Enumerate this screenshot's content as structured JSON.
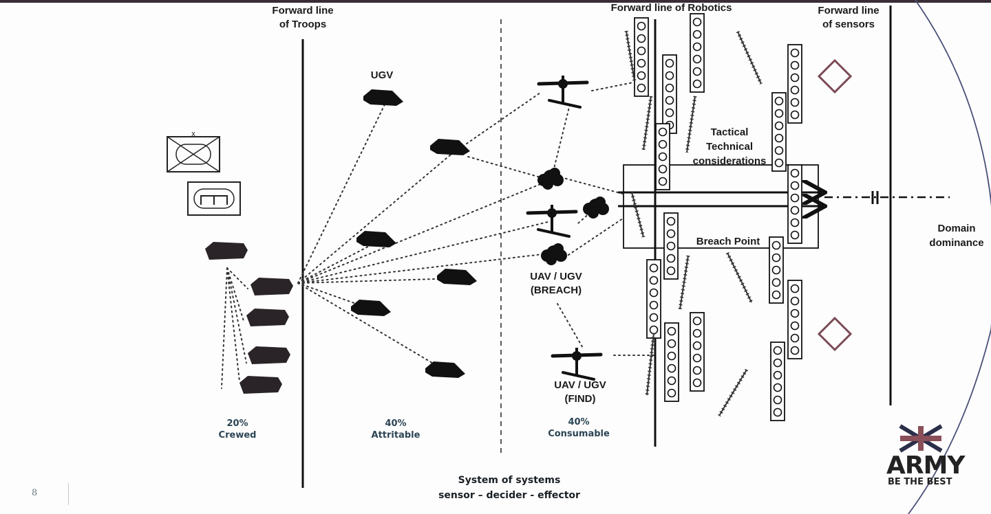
{
  "slide": {
    "page_number": "8"
  },
  "headers": {
    "forward_line_troops": [
      "Forward line",
      "of Troops"
    ],
    "forward_line_robotics": "Forward line of Robotics",
    "forward_line_sensors": [
      "Forward line",
      "of sensors"
    ]
  },
  "labels": {
    "ugv": "UGV",
    "tactical": [
      "Tactical",
      "Technical",
      "considerations"
    ],
    "breach_point": "Breach Point",
    "domain_dominance": [
      "Domain",
      "dominance"
    ],
    "uav_ugv_breach": [
      "UAV / UGV",
      "(BREACH)"
    ],
    "uav_ugv_find": [
      "UAV / UGV",
      "(FIND)"
    ]
  },
  "zones": [
    {
      "percent": "20%",
      "name": "Crewed"
    },
    {
      "percent": "40%",
      "name": "Attritable"
    },
    {
      "percent": "40%",
      "name": "Consumable"
    }
  ],
  "footer": {
    "system": [
      "System of systems",
      "sensor – decider - effector"
    ]
  },
  "logo": {
    "name": "ARMY",
    "tagline": "BE THE BEST",
    "flag_colors": {
      "blue": "#2c2f4a",
      "red": "#8a4f58",
      "white": "#ffffff"
    }
  },
  "colors": {
    "line": "#111111",
    "diamond": "#7a4a55",
    "arc": "#4a5078",
    "zone_text": "#2b4454"
  },
  "symbols": {
    "hq_symbol": "hq-armoured-symbol-icon",
    "unit_symbol": "tracked-unit-symbol-icon",
    "sensor_markers": [
      "diamond-icon",
      "diamond-icon"
    ]
  }
}
